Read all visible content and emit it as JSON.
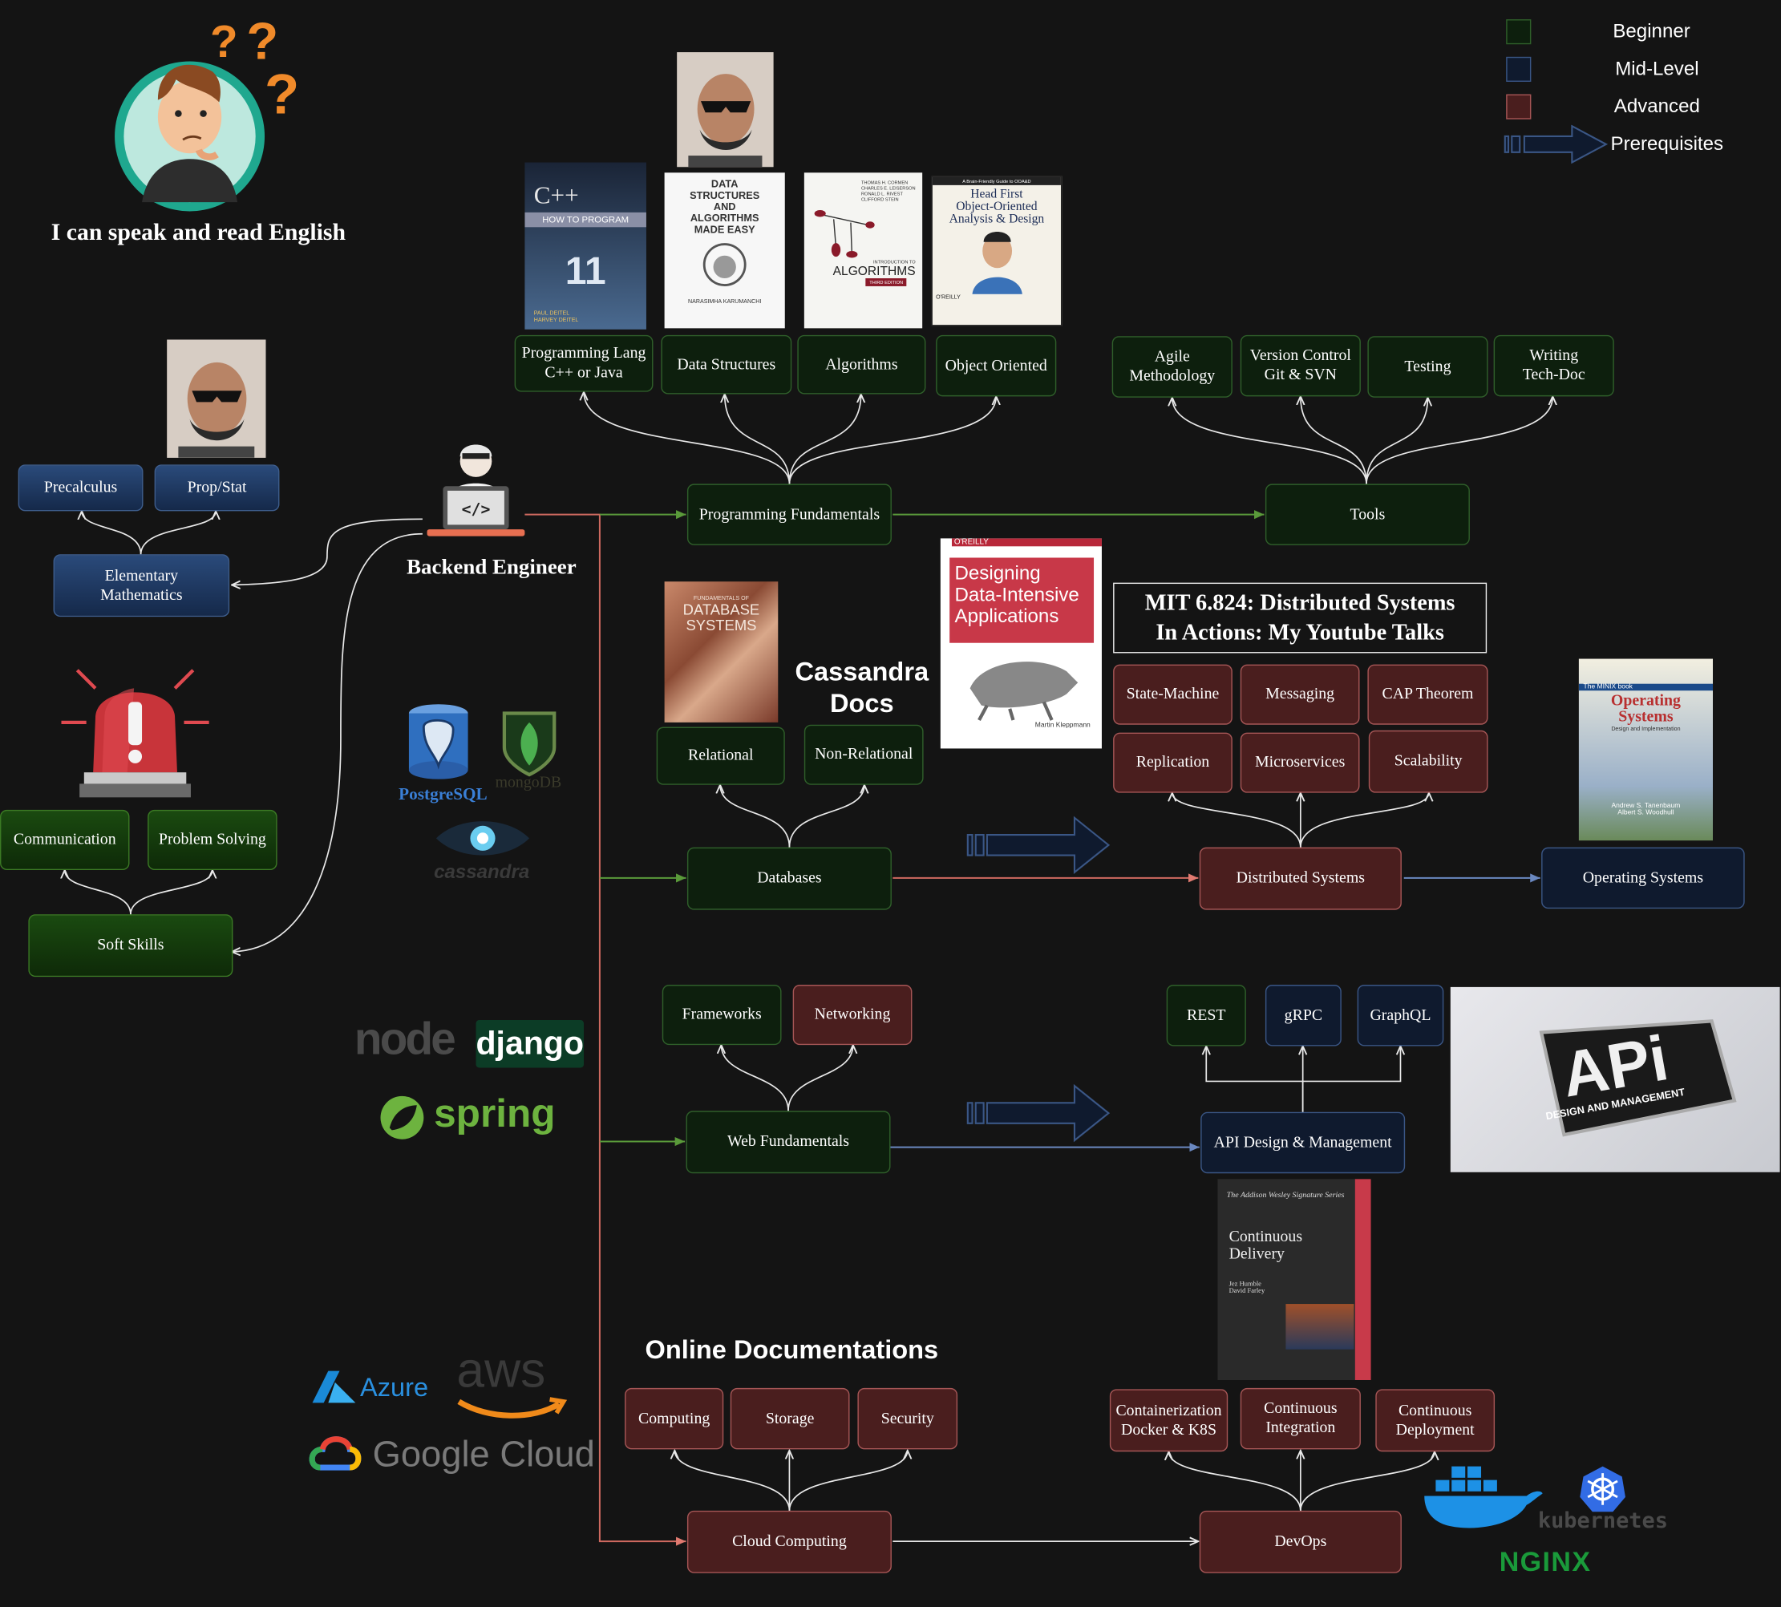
{
  "legend": {
    "beginner": "Beginner",
    "mid_level": "Mid-Level",
    "advanced": "Advanced",
    "prerequisites": "Prerequisites",
    "colors": {
      "beginner": "#0d1f0d",
      "mid_level": "#0f1a2e",
      "advanced": "#4a1e1e"
    }
  },
  "header": {
    "english_caption": "I can speak and read English",
    "center_title": "Backend Engineer"
  },
  "math": {
    "precalculus": "Precalculus",
    "prop_stat": "Prop/Stat",
    "elementary": "Elementary\nMathematics"
  },
  "soft": {
    "communication": "Communication",
    "problem_solving": "Problem Solving",
    "soft_skills": "Soft Skills"
  },
  "programming": {
    "lang": "Programming Lang\nC++ or Java",
    "data_structures": "Data Structures",
    "algorithms": "Algorithms",
    "object_oriented": "Object Oriented",
    "fundamentals": "Programming Fundamentals"
  },
  "tools": {
    "agile": "Agile\nMethodology",
    "version_control": "Version Control\nGit & SVN",
    "testing": "Testing",
    "writing": "Writing\nTech-Doc",
    "tools": "Tools"
  },
  "databases": {
    "relational": "Relational",
    "non_relational": "Non-Relational",
    "databases": "Databases",
    "cassandra_docs": "Cassandra\nDocs"
  },
  "distributed": {
    "mit_title": "MIT 6.824: Distributed Systems\nIn Actions: My Youtube Talks",
    "state_machine": "State-Machine",
    "messaging": "Messaging",
    "cap": "CAP Theorem",
    "replication": "Replication",
    "microservices": "Microservices",
    "scalability": "Scalability",
    "distributed": "Distributed Systems",
    "os": "Operating Systems"
  },
  "web": {
    "frameworks": "Frameworks",
    "networking": "Networking",
    "fundamentals": "Web Fundamentals",
    "rest": "REST",
    "grpc": "gRPC",
    "graphql": "GraphQL",
    "api": "API Design & Management"
  },
  "cloud": {
    "online_docs": "Online Documentations",
    "computing": "Computing",
    "storage": "Storage",
    "security": "Security",
    "cloud": "Cloud Computing"
  },
  "devops": {
    "containerization": "Containerization\nDocker & K8S",
    "ci": "Continuous\nIntegration",
    "cd": "Continuous\nDeployment",
    "devops": "DevOps"
  },
  "books": {
    "cpp": {
      "title": "C++",
      "subtitle": "HOW TO PROGRAM",
      "edition": "11",
      "authors": "PAUL DEITEL\nHARVEY DEITEL"
    },
    "ds": {
      "title": "DATA\nSTRUCTURES\nAND\nALGORITHMS\nMADE EASY",
      "author": "NARASIMHA KARUMANCHI"
    },
    "clrs": {
      "title": "ALGORITHMS",
      "sub": "INTRODUCTION TO",
      "authors": "THOMAS H. CORMEN\nCHARLES E. LEISERSON\nRONALD L. RIVEST\nCLIFFORD STEIN",
      "edition": "THIRD EDITION"
    },
    "ooad": {
      "top": "A Brain-Friendly Guide to OOA&D",
      "title": "Head First\nObject-Oriented\nAnalysis & Design",
      "pub": "O'REILLY"
    },
    "dbs": {
      "top": "FUNDAMENTALS OF",
      "title": "DATABASE\nSYSTEMS"
    },
    "ddia": {
      "pub": "O'REILLY",
      "title": "Designing\nData-Intensive\nApplications",
      "author": "Martin Kleppmann"
    },
    "minix": {
      "top": "The MINIX book",
      "title": "Operating\nSystems",
      "sub": "Design and Implementation",
      "authors": "Andrew S. Tanenbaum\nAlbert S. Woodhull"
    },
    "cd": {
      "series": "The Addison Wesley Signature Series",
      "title": "Continuous\nDelivery",
      "authors": "Jez Humble\nDavid Farley"
    },
    "api": {
      "title": "APi",
      "sub": "DESIGN AND MANAGEMENT"
    }
  },
  "logos": {
    "postgres": "PostgreSQL",
    "mongo": "mongoDB",
    "cassandra": "cassandra",
    "node": "node",
    "django": "django",
    "spring": "spring",
    "azure": "Azure",
    "aws": "aws",
    "gcloud": "Google Cloud",
    "kubernetes": "kubernetes",
    "nginx": "NGINX"
  },
  "icons": {
    "laptop": "laptop-code-icon",
    "alarm": "alarm-siren-icon",
    "confused": "confused-person-icon",
    "arrow": "prerequisite-arrow-icon"
  }
}
